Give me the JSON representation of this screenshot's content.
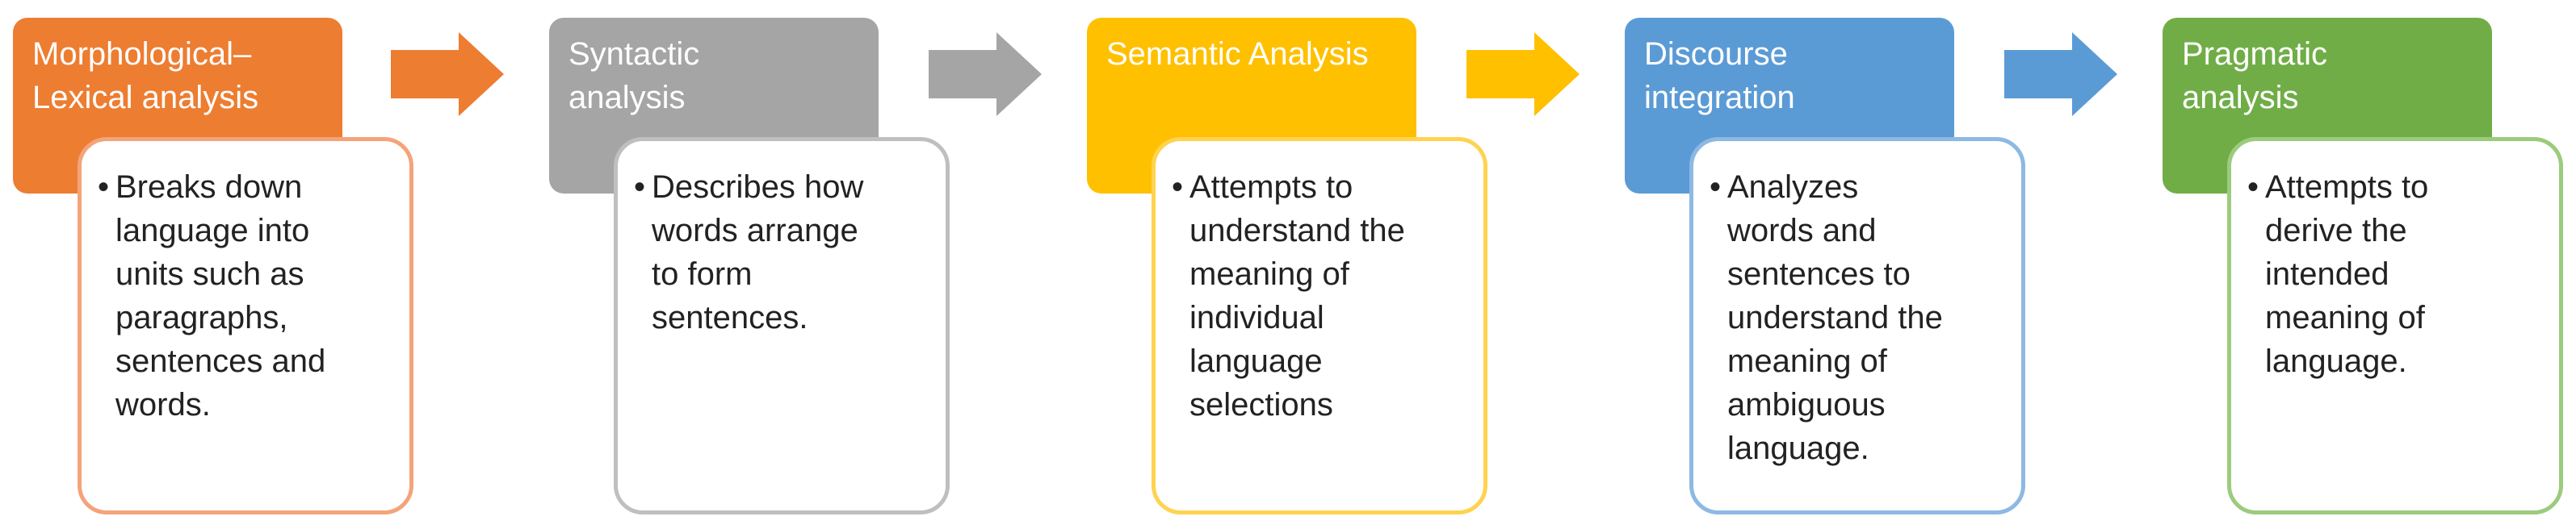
{
  "stages": [
    {
      "title_lines": [
        "Morphological–",
        "Lexical analysis"
      ],
      "description_lines": [
        "Breaks down",
        "language into",
        "units such as",
        "paragraphs,",
        "sentences and",
        "words."
      ],
      "color": "#ED7D31",
      "border_color": "#F4A47A"
    },
    {
      "title_lines": [
        "Syntactic",
        "analysis"
      ],
      "description_lines": [
        "Describes how",
        "words arrange",
        "to form",
        "sentences."
      ],
      "color": "#A5A5A5",
      "border_color": "#BFBFBF"
    },
    {
      "title_lines": [
        "Semantic Analysis"
      ],
      "description_lines": [
        "Attempts to",
        "understand the",
        "meaning of",
        "individual",
        "language",
        "selections"
      ],
      "color": "#FFC000",
      "border_color": "#FFD350"
    },
    {
      "title_lines": [
        "Discourse",
        "integration"
      ],
      "description_lines": [
        "Analyzes",
        "words and",
        "sentences to",
        "understand the",
        "meaning of",
        "ambiguous",
        "language."
      ],
      "color": "#5B9BD5",
      "border_color": "#8DB9E3"
    },
    {
      "title_lines": [
        "Pragmatic",
        "analysis"
      ],
      "description_lines": [
        "Attempts to",
        "derive the",
        "intended",
        "meaning of",
        "language."
      ],
      "color": "#70AD47",
      "border_color": "#9CCB7E"
    }
  ],
  "arrows": [
    {
      "color": "#ED7D31"
    },
    {
      "color": "#A5A5A5"
    },
    {
      "color": "#FFC000"
    },
    {
      "color": "#5B9BD5"
    }
  ],
  "bullet_char": "•"
}
